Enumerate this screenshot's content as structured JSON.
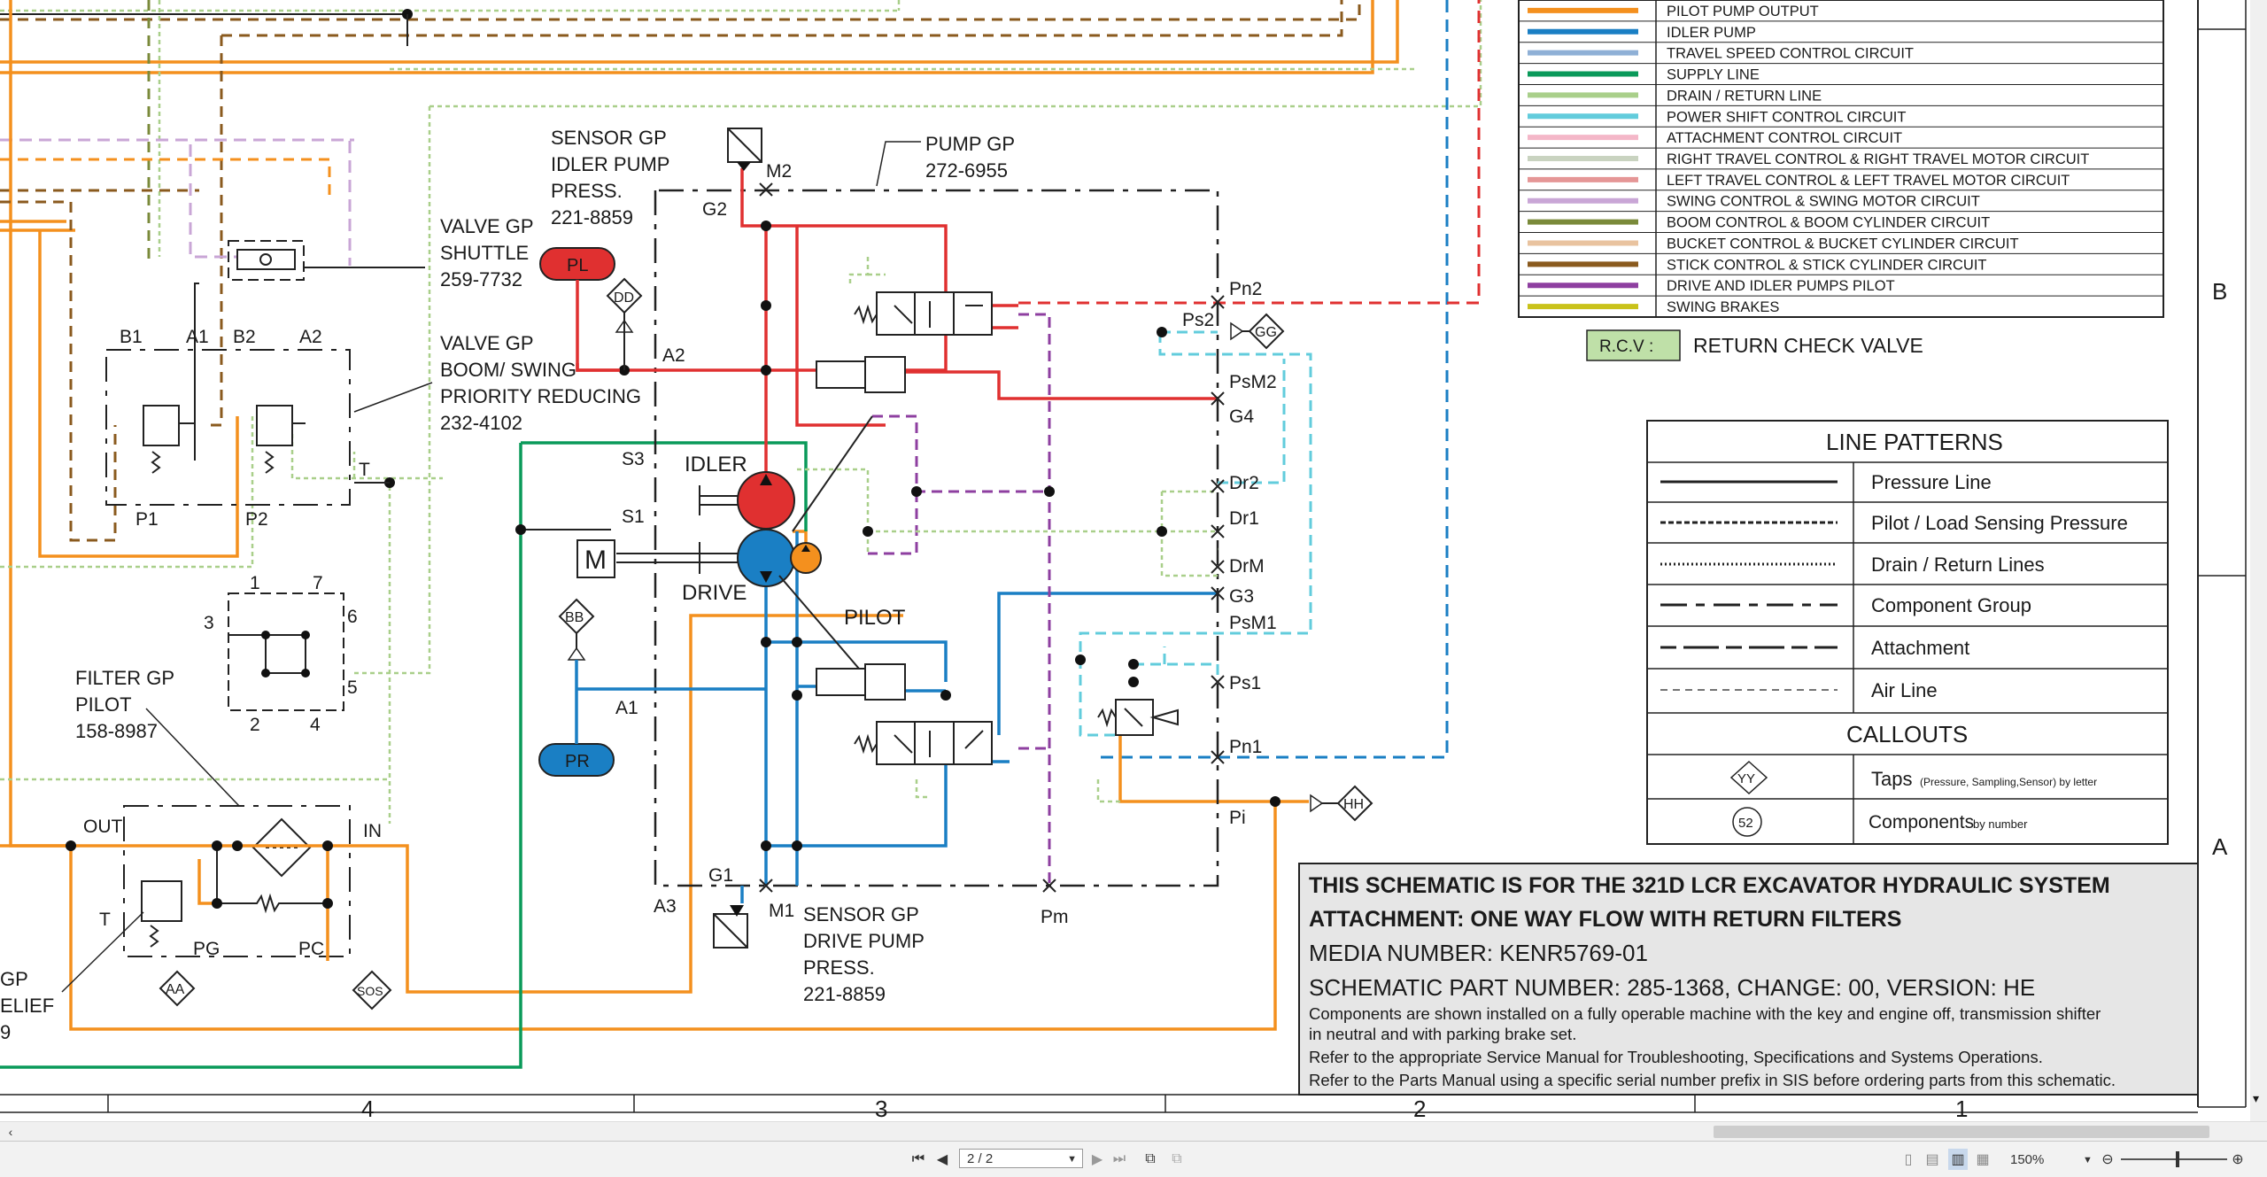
{
  "notes_block": {
    "l1": "THIS SCHEMATIC IS FOR THE 321D LCR EXCAVATOR HYDRAULIC SYSTEM",
    "l2": "ATTACHMENT: ONE WAY FLOW WITH RETURN FILTERS",
    "l3": "MEDIA NUMBER: KENR5769-01",
    "l4": "SCHEMATIC PART NUMBER: 285-1368, CHANGE: 00, VERSION: HE",
    "l5": "Components are shown installed on a fully operable machine with the key and engine off, transmission shifter",
    "l6": "in neutral and with parking brake set.",
    "l7": "Refer to the appropriate Service Manual for Troubleshooting, Specifications and Systems Operations.",
    "l8": "Refer to the Parts Manual using a specific serial number prefix in SIS before ordering parts from this schematic."
  },
  "legend": [
    {
      "color": "#f4901e",
      "label": "PILOT PUMP OUTPUT"
    },
    {
      "color": "#1a7fc4",
      "label": "IDLER PUMP"
    },
    {
      "color": "#8fb0d6",
      "label": "TRAVEL SPEED CONTROL CIRCUIT"
    },
    {
      "color": "#0a9a5a",
      "label": "SUPPLY LINE"
    },
    {
      "color": "#a9cf8a",
      "label": "DRAIN / RETURN LINE"
    },
    {
      "color": "#62ccdc",
      "label": "POWER SHIFT CONTROL CIRCUIT"
    },
    {
      "color": "#f4b7c8",
      "label": "ATTACHMENT CONTROL CIRCUIT"
    },
    {
      "color": "#c9d3c0",
      "label": "RIGHT TRAVEL CONTROL & RIGHT TRAVEL MOTOR CIRCUIT"
    },
    {
      "color": "#e59696",
      "label": "LEFT TRAVEL CONTROL & LEFT TRAVEL MOTOR CIRCUIT"
    },
    {
      "color": "#c9a6d6",
      "label": "SWING CONTROL & SWING MOTOR CIRCUIT"
    },
    {
      "color": "#7a8a3a",
      "label": "BOOM CONTROL & BOOM CYLINDER CIRCUIT"
    },
    {
      "color": "#e9c39f",
      "label": "BUCKET CONTROL & BUCKET CYLINDER CIRCUIT"
    },
    {
      "color": "#8a5a1e",
      "label": "STICK CONTROL & STICK CYLINDER CIRCUIT"
    },
    {
      "color": "#8e3fa0",
      "label": "DRIVE AND IDLER PUMPS PILOT"
    },
    {
      "color": "#c9c21a",
      "label": "SWING BRAKES"
    }
  ],
  "rcv": {
    "tag": "R.C.V :",
    "label": "RETURN CHECK VALVE"
  },
  "line_patterns": {
    "title": "LINE PATTERNS",
    "items": [
      "Pressure Line",
      "Pilot / Load Sensing Pressure",
      "Drain / Return Lines",
      "Component Group",
      "Attachment",
      "Air Line"
    ]
  },
  "callouts": {
    "title": "CALLOUTS",
    "taps_tag": "YY",
    "taps_label": "Taps",
    "taps_note": "(Pressure, Sampling,Sensor) by letter",
    "comp_tag": "52",
    "comp_label": "Components",
    "comp_note": "by number"
  },
  "zone_letters": {
    "b": "B",
    "a": "A"
  },
  "zone_numbers": {
    "n4": "4",
    "n3": "3",
    "n2": "2",
    "n1": "1"
  },
  "components": {
    "sensor_idler": [
      "SENSOR GP",
      "IDLER PUMP",
      "PRESS.",
      "221-8859"
    ],
    "pump_gp": [
      "PUMP GP",
      "272-6955"
    ],
    "valve_shuttle": [
      "VALVE GP",
      "SHUTTLE",
      "259-7732"
    ],
    "valve_priority": [
      "VALVE GP",
      "BOOM/ SWING",
      "PRIORITY REDUCING",
      "232-4102"
    ],
    "filter_pilot": [
      "FILTER GP",
      "PILOT",
      "158-8987"
    ],
    "sensor_drive": [
      "SENSOR GP",
      "DRIVE PUMP",
      "PRESS.",
      "221-8859"
    ],
    "relief_partial": [
      "GP",
      "ELIEF",
      "9"
    ]
  },
  "taps": {
    "pl": "PL",
    "pr": "PR",
    "dd": "DD",
    "bb": "BB",
    "gg": "GG",
    "hh": "HH",
    "aa": "AA",
    "sos": "SOS"
  },
  "pump_labels": {
    "idler": "IDLER",
    "drive": "DRIVE",
    "pilot": "PILOT",
    "motor": "M"
  },
  "ports": {
    "m2": "M2",
    "g2": "G2",
    "a2": "A2",
    "s3": "S3",
    "s1": "S1",
    "a1": "A1",
    "a3": "A3",
    "g1": "G1",
    "m1": "M1",
    "pm": "Pm",
    "pn2": "Pn2",
    "ps2": "Ps2",
    "psm2": "PsM2",
    "g4": "G4",
    "dr2": "Dr2",
    "dr1": "Dr1",
    "drm": "DrM",
    "g3": "G3",
    "psm1": "PsM1",
    "ps1": "Ps1",
    "pn1": "Pn1",
    "pi": "Pi",
    "b1": "B1",
    "a1v": "A1",
    "b2": "B2",
    "a2v": "A2",
    "t": "T",
    "p1": "P1",
    "p2": "P2",
    "j1": "1",
    "j7": "7",
    "j3": "3",
    "j6": "6",
    "j2": "2",
    "j4": "4",
    "j5": "5",
    "out": "OUT",
    "in": "IN",
    "tf": "T",
    "pg": "PG",
    "pc": "PC"
  },
  "viewer": {
    "page": "2 / 2",
    "zoom": "150%"
  }
}
